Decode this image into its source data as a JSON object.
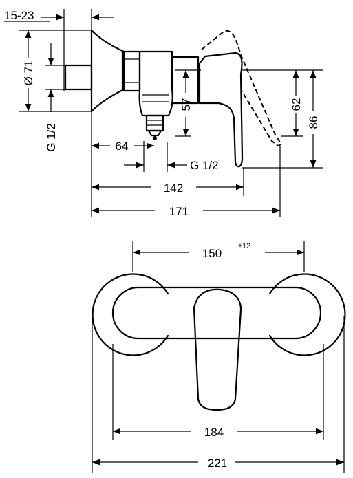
{
  "side_view": {
    "dims": {
      "wall_range": "15-23",
      "diameter": "Ø 71",
      "inlet_thread": "G 1/2",
      "height_57": "57",
      "height_62": "62",
      "height_86": "86",
      "depth_64": "64",
      "outlet_thread": "G 1/2",
      "length_142": "142",
      "length_171": "171"
    }
  },
  "top_view": {
    "dims": {
      "centers": "150",
      "centers_tolerance": "±12",
      "width_184": "184",
      "width_221": "221"
    }
  }
}
